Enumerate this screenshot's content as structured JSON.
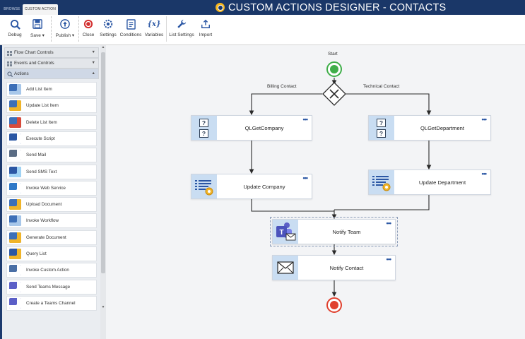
{
  "app": {
    "title": "CUSTOM ACTIONS DESIGNER - CONTACTS",
    "tabs": [
      {
        "label": "BROWSE",
        "active": false
      },
      {
        "label": "CUSTOM ACTION",
        "active": true
      }
    ]
  },
  "ribbon": {
    "buttons": [
      {
        "id": "debug",
        "label": "Debug",
        "icon": "debug-icon"
      },
      {
        "id": "save",
        "label": "Save ▾",
        "icon": "save-icon"
      },
      {
        "id": "publish",
        "label": "Publish ▾",
        "icon": "publish-icon"
      },
      {
        "id": "close",
        "label": "Close",
        "icon": "close-icon"
      },
      {
        "id": "settings",
        "label": "Settings",
        "icon": "settings-icon"
      },
      {
        "id": "conditions",
        "label": "Conditions",
        "icon": "conditions-icon"
      },
      {
        "id": "variables",
        "label": "Variables",
        "icon": "variables-icon"
      },
      {
        "id": "list_settings",
        "label": "List Settings",
        "icon": "wrench-icon"
      },
      {
        "id": "import",
        "label": "Import",
        "icon": "import-icon"
      }
    ]
  },
  "sidebar": {
    "sections": [
      {
        "label": "Flow Chart Controls",
        "expanded": false
      },
      {
        "label": "Events and Controls",
        "expanded": false
      },
      {
        "label": "Actions",
        "expanded": true
      }
    ],
    "actions": [
      {
        "label": "Add List Item",
        "icon": "add-list-item-icon"
      },
      {
        "label": "Update List Item",
        "icon": "update-list-item-icon"
      },
      {
        "label": "Delete List Item",
        "icon": "delete-list-item-icon"
      },
      {
        "label": "Execute Script",
        "icon": "code-icon"
      },
      {
        "label": "Send Mail",
        "icon": "mail-icon"
      },
      {
        "label": "Send SMS Text",
        "icon": "sms-icon"
      },
      {
        "label": "Invoke Web Service",
        "icon": "globe-icon"
      },
      {
        "label": "Upload Document",
        "icon": "upload-document-icon"
      },
      {
        "label": "Invoke Workflow",
        "icon": "workflow-icon"
      },
      {
        "label": "Generate Document",
        "icon": "generate-document-icon"
      },
      {
        "label": "Query List",
        "icon": "query-list-icon"
      },
      {
        "label": "Invoke Custom Action",
        "icon": "custom-action-icon"
      },
      {
        "label": "Send Teams Message",
        "icon": "teams-message-icon"
      },
      {
        "label": "Create a Teams Channel",
        "icon": "teams-channel-icon"
      }
    ]
  },
  "flow": {
    "start_label": "Start",
    "branch_left_label": "Billing Contact",
    "branch_right_label": "Technical Contact",
    "nodes": {
      "get_company": "QLGetCompany",
      "get_department": "QLGetDepartment",
      "update_company": "Update Company",
      "update_department": "Update Department",
      "notify_team": "Notify Team",
      "notify_contact": "Notify Contact"
    },
    "menu_glyph": "•••"
  },
  "colors": {
    "header_bg": "#1a3768",
    "start_green": "#3fae49",
    "end_red": "#e0402e",
    "node_icon_bg": "#c9ddf2",
    "accent_blue": "#2b57a4"
  }
}
